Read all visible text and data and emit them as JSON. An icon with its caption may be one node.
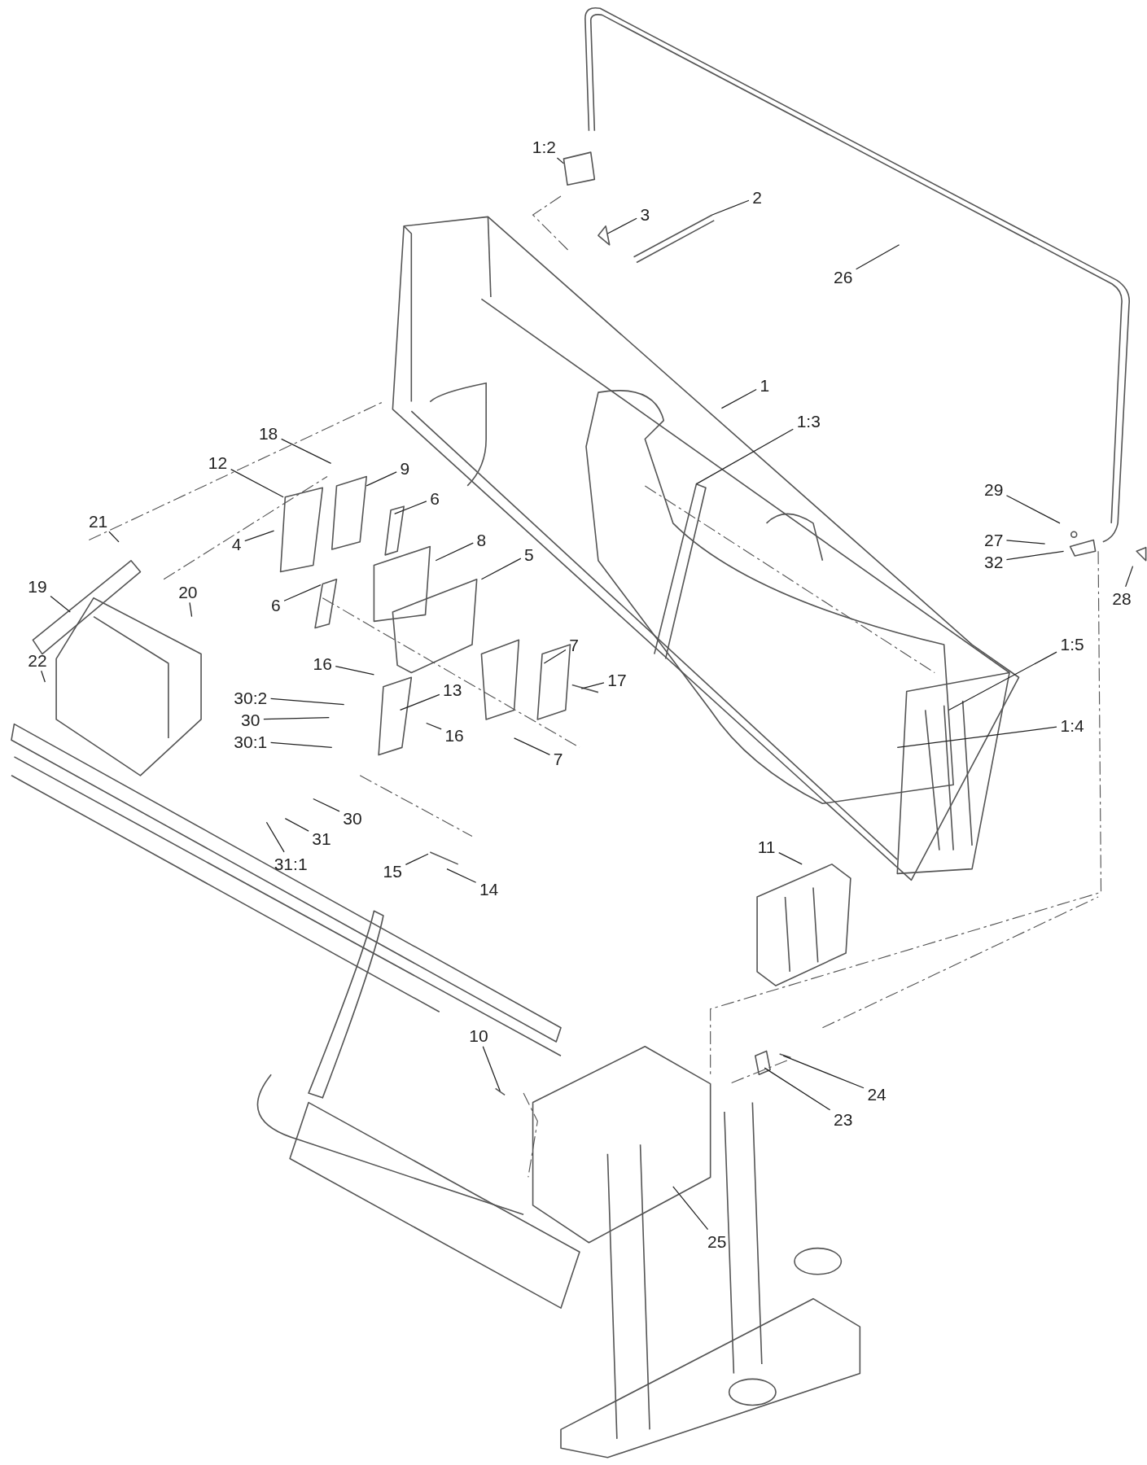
{
  "diagram": {
    "nodes": [
      {
        "text": [
          "1:2"
        ]
      },
      {
        "text": [
          "3"
        ]
      },
      {
        "text": [
          "2"
        ]
      },
      {
        "text": [
          "26"
        ]
      },
      {
        "text": [
          "1"
        ]
      },
      {
        "text": [
          "1:3"
        ]
      },
      {
        "text": [
          "18"
        ]
      },
      {
        "text": [
          "9"
        ]
      },
      {
        "text": [
          "12"
        ]
      },
      {
        "text": [
          "6"
        ]
      },
      {
        "text": [
          "21"
        ]
      },
      {
        "text": [
          "8"
        ]
      },
      {
        "text": [
          "4"
        ]
      },
      {
        "text": [
          "5"
        ]
      },
      {
        "text": [
          "19"
        ]
      },
      {
        "text": [
          "20"
        ]
      },
      {
        "text": [
          "6"
        ]
      },
      {
        "text": [
          "22"
        ]
      },
      {
        "text": [
          "7"
        ]
      },
      {
        "text": [
          "1:5"
        ]
      },
      {
        "text": [
          "16"
        ]
      },
      {
        "text": [
          "17"
        ]
      },
      {
        "text": [
          "30:2"
        ]
      },
      {
        "text": [
          "13"
        ]
      },
      {
        "text": [
          "30"
        ]
      },
      {
        "text": [
          "1:4"
        ]
      },
      {
        "text": [
          "16"
        ]
      },
      {
        "text": [
          "30:1"
        ]
      },
      {
        "text": [
          "7"
        ]
      },
      {
        "text": [
          "30"
        ]
      },
      {
        "text": [
          "31"
        ]
      },
      {
        "text": [
          "31:1"
        ]
      },
      {
        "text": [
          "15"
        ]
      },
      {
        "text": [
          "14"
        ]
      },
      {
        "text": [
          "11"
        ]
      },
      {
        "text": [
          "29"
        ]
      },
      {
        "text": [
          "27"
        ]
      },
      {
        "text": [
          "28"
        ]
      },
      {
        "text": [
          "32"
        ]
      },
      {
        "text": [
          "10"
        ]
      },
      {
        "text": [
          "24"
        ]
      },
      {
        "text": [
          "23"
        ]
      },
      {
        "text": [
          "25"
        ]
      }
    ],
    "edges": [
      {
        "from": 0,
        "to": null,
        "arrow": "none"
      },
      {
        "from": 1,
        "to": null,
        "arrow": "none"
      },
      {
        "from": 2,
        "to": null,
        "arrow": "none"
      },
      {
        "from": 3,
        "to": null,
        "arrow": "none"
      },
      {
        "from": 4,
        "to": null,
        "arrow": "none"
      },
      {
        "from": 5,
        "to": null,
        "arrow": "none"
      },
      {
        "from": 6,
        "to": null,
        "arrow": "none"
      },
      {
        "from": 7,
        "to": null,
        "arrow": "none"
      },
      {
        "from": 8,
        "to": null,
        "arrow": "none"
      },
      {
        "from": 9,
        "to": null,
        "arrow": "none"
      },
      {
        "from": 10,
        "to": null,
        "arrow": "none"
      },
      {
        "from": 11,
        "to": null,
        "arrow": "none"
      },
      {
        "from": 12,
        "to": null,
        "arrow": "none"
      },
      {
        "from": 13,
        "to": null,
        "arrow": "none"
      },
      {
        "from": 14,
        "to": null,
        "arrow": "none"
      },
      {
        "from": 15,
        "to": null,
        "arrow": "none"
      },
      {
        "from": 16,
        "to": null,
        "arrow": "none"
      },
      {
        "from": 17,
        "to": null,
        "arrow": "none"
      },
      {
        "from": 18,
        "to": null,
        "arrow": "none"
      },
      {
        "from": 19,
        "to": null,
        "arrow": "none"
      },
      {
        "from": 20,
        "to": null,
        "arrow": "none"
      },
      {
        "from": 21,
        "to": null,
        "arrow": "none"
      },
      {
        "from": 22,
        "to": null,
        "arrow": "none"
      },
      {
        "from": 23,
        "to": null,
        "arrow": "none"
      },
      {
        "from": 24,
        "to": null,
        "arrow": "none"
      },
      {
        "from": 25,
        "to": null,
        "arrow": "none"
      },
      {
        "from": 26,
        "to": null,
        "arrow": "none"
      },
      {
        "from": 27,
        "to": null,
        "arrow": "none"
      },
      {
        "from": 28,
        "to": null,
        "arrow": "none"
      },
      {
        "from": 29,
        "to": null,
        "arrow": "none"
      },
      {
        "from": 30,
        "to": null,
        "arrow": "none"
      },
      {
        "from": 31,
        "to": null,
        "arrow": "none"
      },
      {
        "from": 32,
        "to": null,
        "arrow": "none"
      },
      {
        "from": 33,
        "to": null,
        "arrow": "none"
      },
      {
        "from": 34,
        "to": null,
        "arrow": "none"
      },
      {
        "from": 35,
        "to": null,
        "arrow": "none"
      },
      {
        "from": 36,
        "to": null,
        "arrow": "none"
      },
      {
        "from": 37,
        "to": null,
        "arrow": "none"
      },
      {
        "from": 38,
        "to": null,
        "arrow": "none"
      },
      {
        "from": 39,
        "to": null,
        "arrow": "none"
      },
      {
        "from": 40,
        "to": null,
        "arrow": "none"
      },
      {
        "from": 41,
        "to": null,
        "arrow": "none"
      },
      {
        "from": 42,
        "to": null,
        "arrow": "none"
      }
    ]
  }
}
